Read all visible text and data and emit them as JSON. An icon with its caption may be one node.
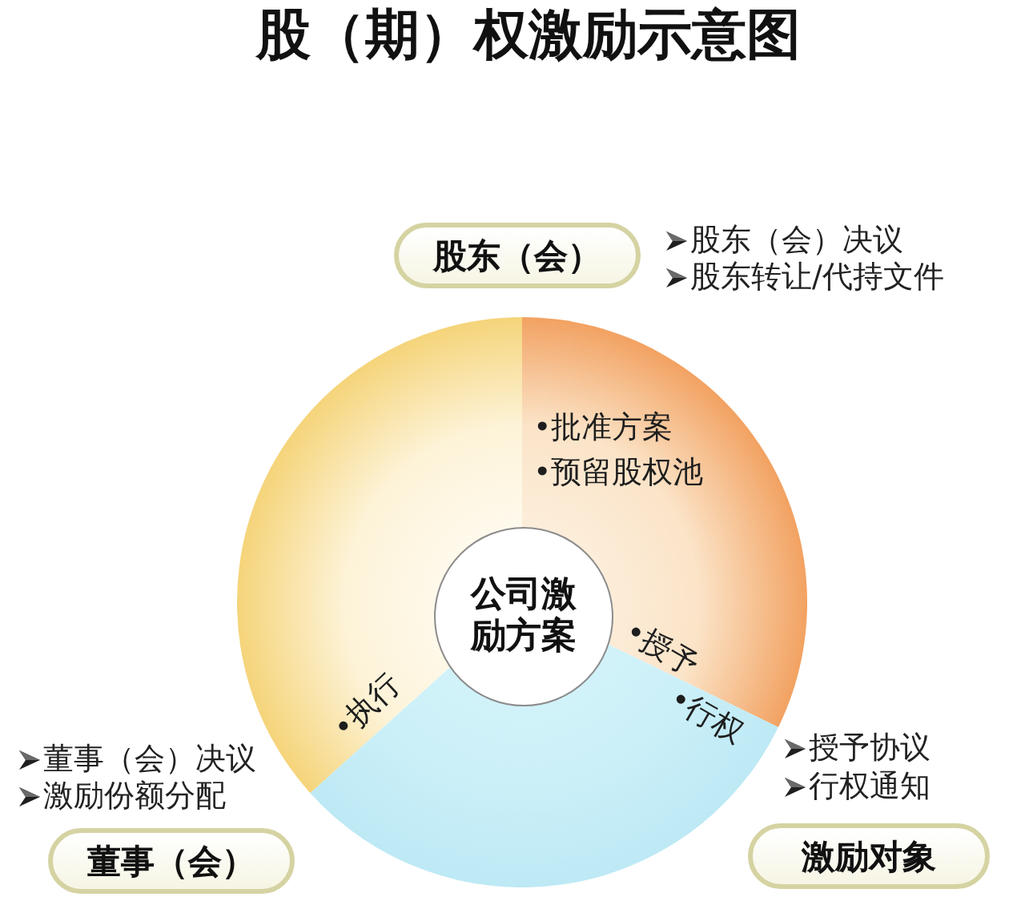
{
  "diagram": {
    "title": "股（期）权激励示意图",
    "nodes": [
      {
        "text": [
          "股东（会）"
        ],
        "beside": [
          "股东（会）决议",
          "股东转让/代持文件"
        ]
      },
      {
        "text": [
          "•批准方案",
          "•预留股权池",
          "•授予"
        ]
      },
      {
        "text": [
          "•执行"
        ]
      },
      {
        "text": [
          "•行权"
        ]
      },
      {
        "text": [
          "公司激励方案"
        ]
      },
      {
        "text": [
          "董事（会）"
        ],
        "beside": [
          "董事（会）决议",
          "激励份额分配"
        ]
      },
      {
        "text": [
          "激励对象"
        ],
        "beside": [
          "授予协议",
          "行权通知"
        ]
      }
    ]
  }
}
